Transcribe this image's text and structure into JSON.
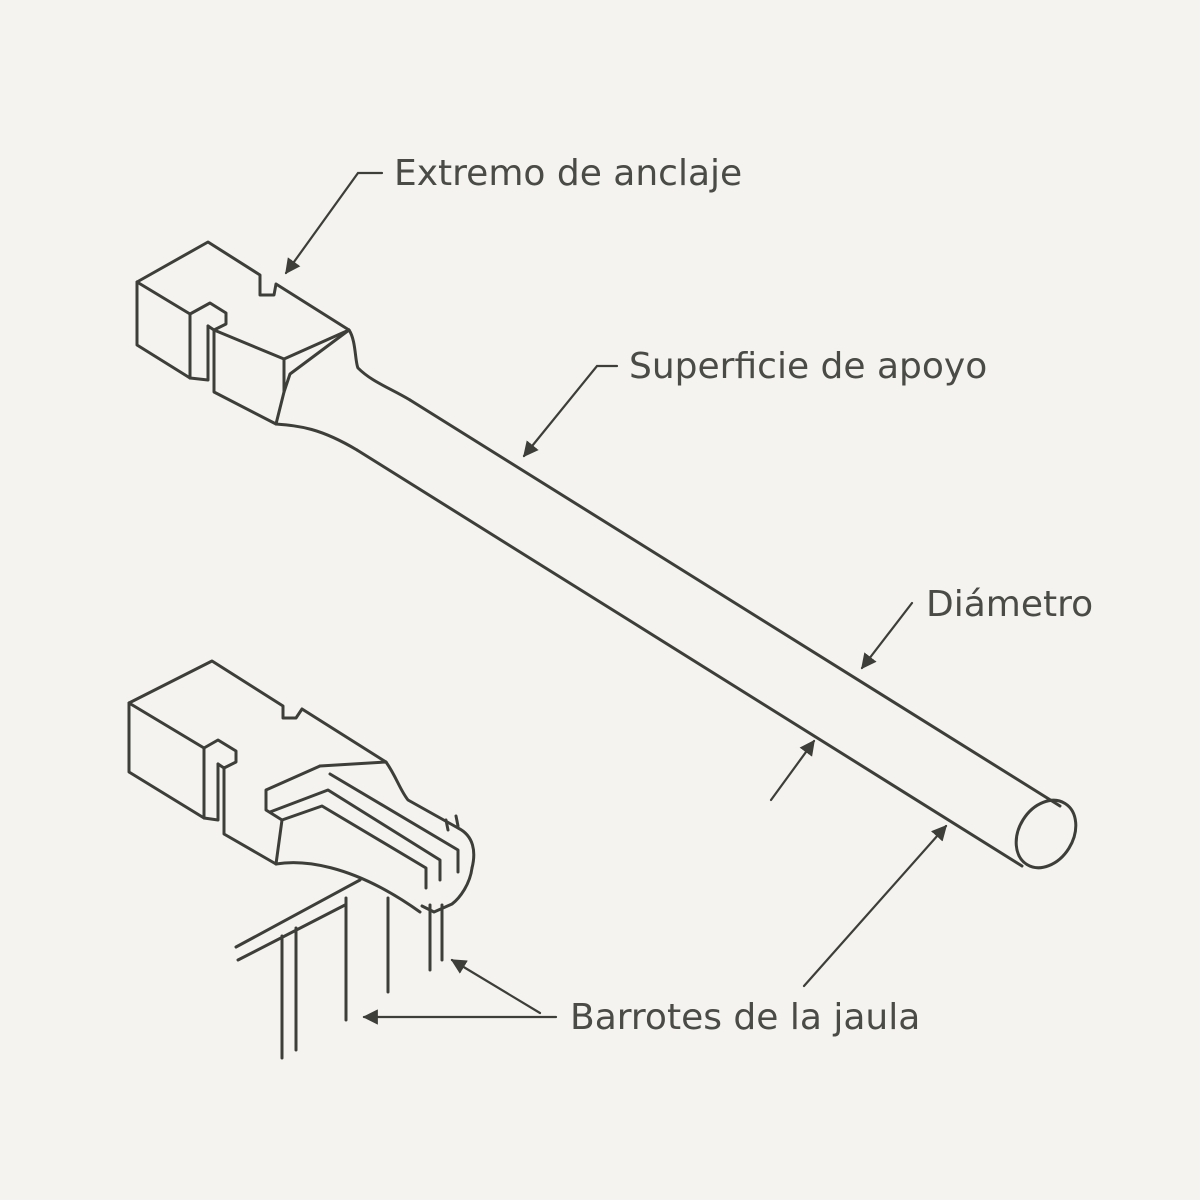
{
  "labels": {
    "anchor_end": "Extremo de anclaje",
    "bearing_surface": "Superficie de apoyo",
    "diameter": "Diámetro",
    "cage_bars": "Barrotes de la jaula"
  },
  "colors": {
    "background": "#f4f3ef",
    "line": "#3d3d3a",
    "text": "#4a4a46"
  }
}
